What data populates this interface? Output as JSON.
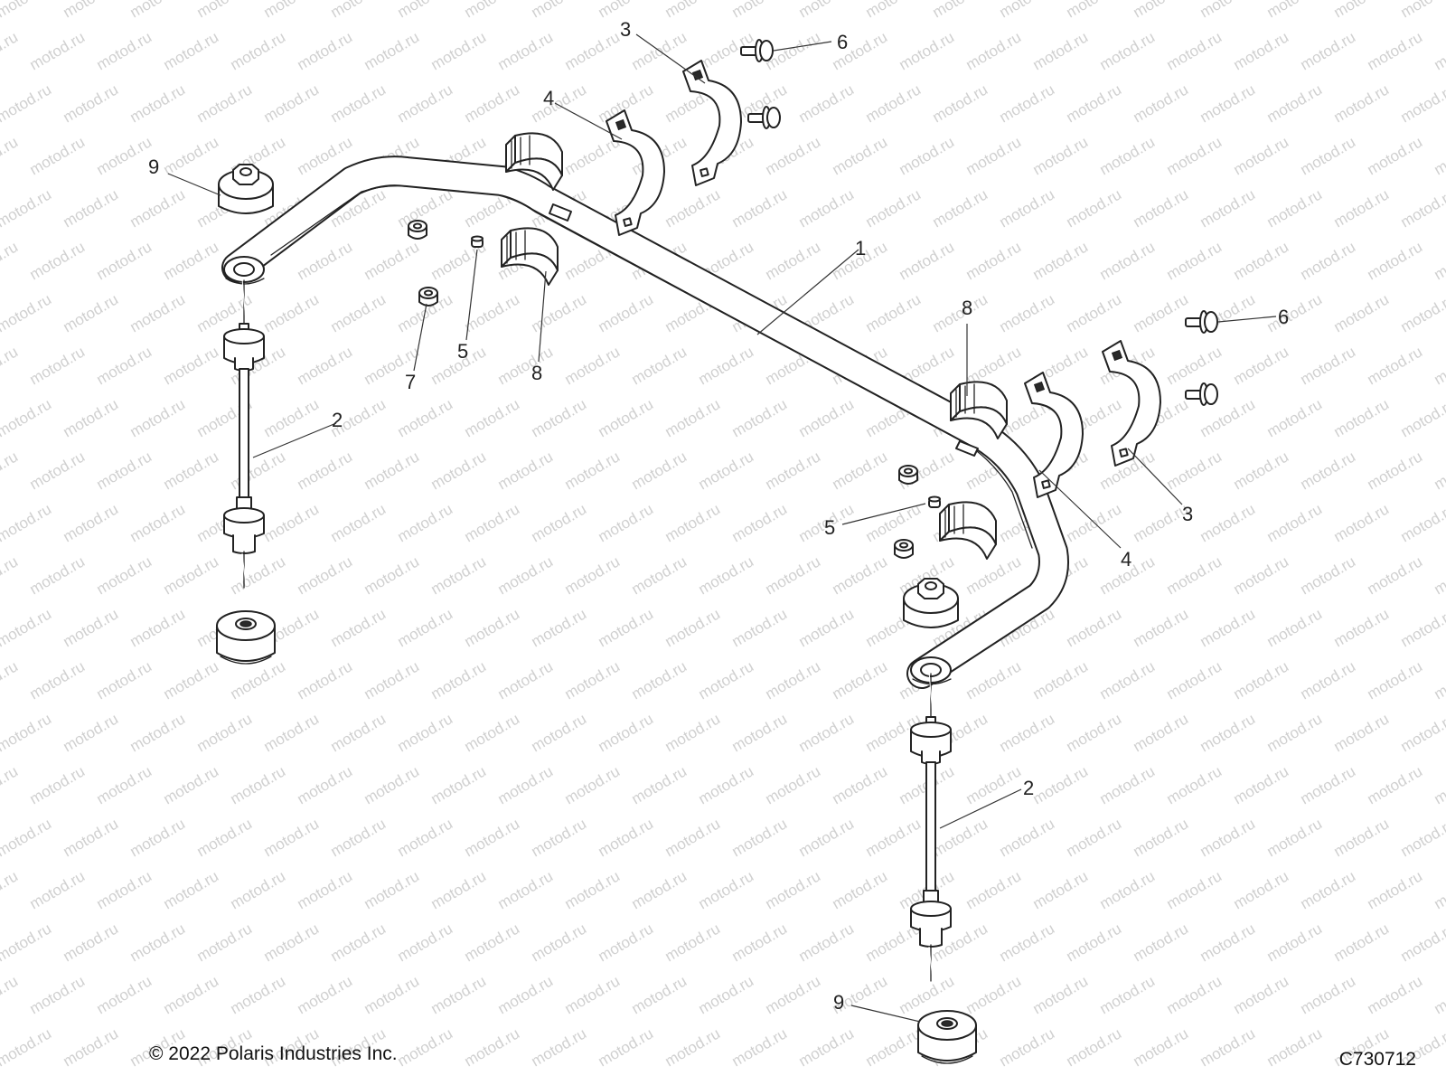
{
  "watermark": "motod.ru",
  "callouts": {
    "bar": "1",
    "link_left": "2",
    "link_right": "2",
    "clamp_outer_left": "3",
    "clamp_outer_right": "3",
    "clamp_inner_left": "4",
    "clamp_inner_right": "4",
    "fitting_left": "5",
    "fitting_right": "5",
    "bolt_left": "6",
    "bolt_right": "6",
    "nut": "7",
    "bushing_left": "8",
    "bushing_right": "8",
    "grommet_top": "9",
    "grommet_bottom": "9"
  },
  "footer": {
    "copyright": "© 2022 Polaris Industries Inc.",
    "drawing_id": "C730712"
  }
}
